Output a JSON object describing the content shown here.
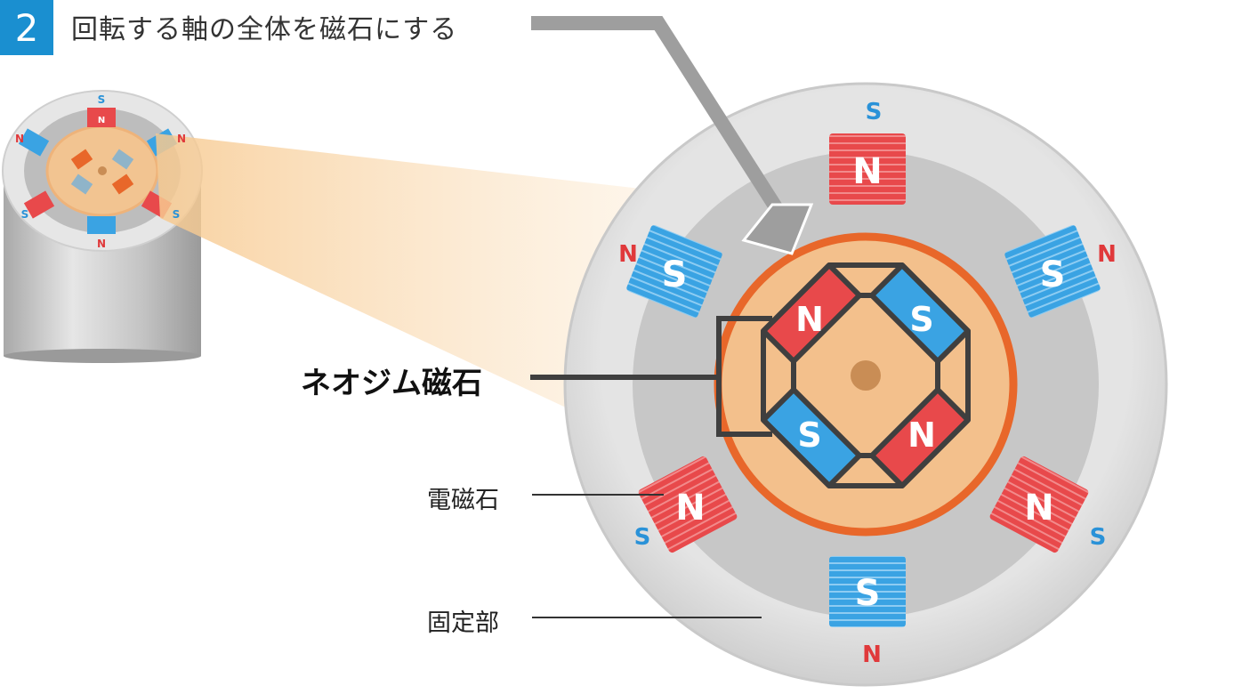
{
  "header": {
    "step_number": "2",
    "title": "回転する軸の全体を磁石にする"
  },
  "labels": {
    "neodymium_magnet": "ネオジム磁石",
    "electromagnet": "電磁石",
    "stator": "固定部"
  },
  "poles": {
    "north": "N",
    "south": "S"
  },
  "colors": {
    "badge": "#1a8fd0",
    "north_pole": "#e8494b",
    "south_pole": "#3aa3e3",
    "rotor": "#f3c08c",
    "rotor_ring": "#e8672a",
    "stator": "#d9d9d9"
  }
}
